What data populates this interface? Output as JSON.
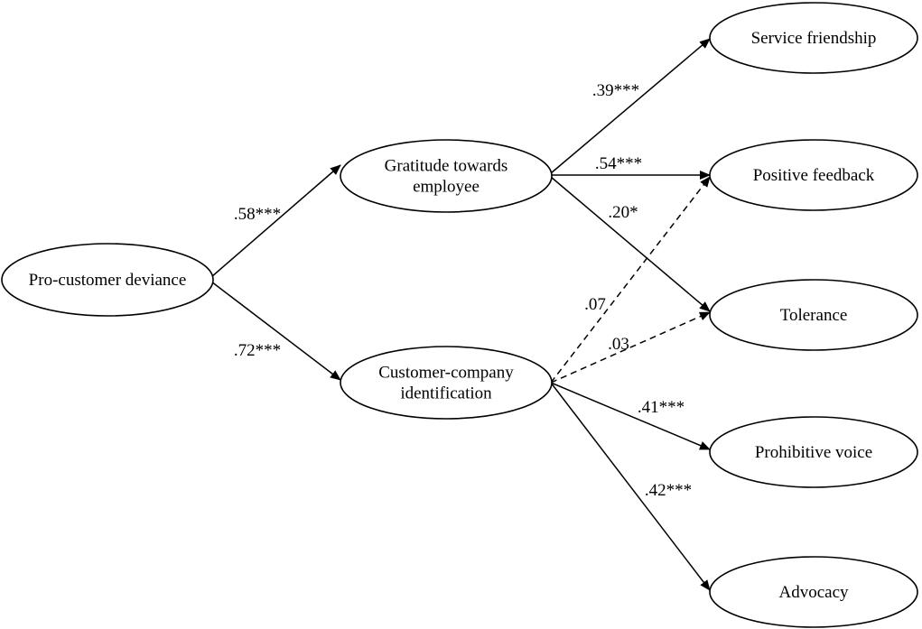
{
  "nodes": {
    "pcd": {
      "lines": [
        "Pro-customer deviance"
      ]
    },
    "gte": {
      "lines": [
        "Gratitude towards",
        "employee"
      ]
    },
    "cci": {
      "lines": [
        "Customer-company",
        "identification"
      ]
    },
    "sf": {
      "lines": [
        "Service friendship"
      ]
    },
    "pf": {
      "lines": [
        "Positive feedback"
      ]
    },
    "tol": {
      "lines": [
        "Tolerance"
      ]
    },
    "pv": {
      "lines": [
        "Prohibitive voice"
      ]
    },
    "adv": {
      "lines": [
        "Advocacy"
      ]
    }
  },
  "paths": [
    {
      "id": "pcd_gte",
      "from": "pcd",
      "to": "gte",
      "coef": ".58***",
      "style": "solid"
    },
    {
      "id": "pcd_cci",
      "from": "pcd",
      "to": "cci",
      "coef": ".72***",
      "style": "solid"
    },
    {
      "id": "gte_sf",
      "from": "gte",
      "to": "sf",
      "coef": ".39***",
      "style": "solid"
    },
    {
      "id": "gte_pf",
      "from": "gte",
      "to": "pf",
      "coef": ".54***",
      "style": "solid"
    },
    {
      "id": "gte_tol",
      "from": "gte",
      "to": "tol",
      "coef": ".20*",
      "style": "solid"
    },
    {
      "id": "cci_pf",
      "from": "cci",
      "to": "pf",
      "coef": ".07",
      "style": "dashed"
    },
    {
      "id": "cci_tol",
      "from": "cci",
      "to": "tol",
      "coef": ".03",
      "style": "dashed"
    },
    {
      "id": "cci_pv",
      "from": "cci",
      "to": "pv",
      "coef": ".41***",
      "style": "solid"
    },
    {
      "id": "cci_adv",
      "from": "cci",
      "to": "adv",
      "coef": ".42***",
      "style": "solid"
    }
  ]
}
